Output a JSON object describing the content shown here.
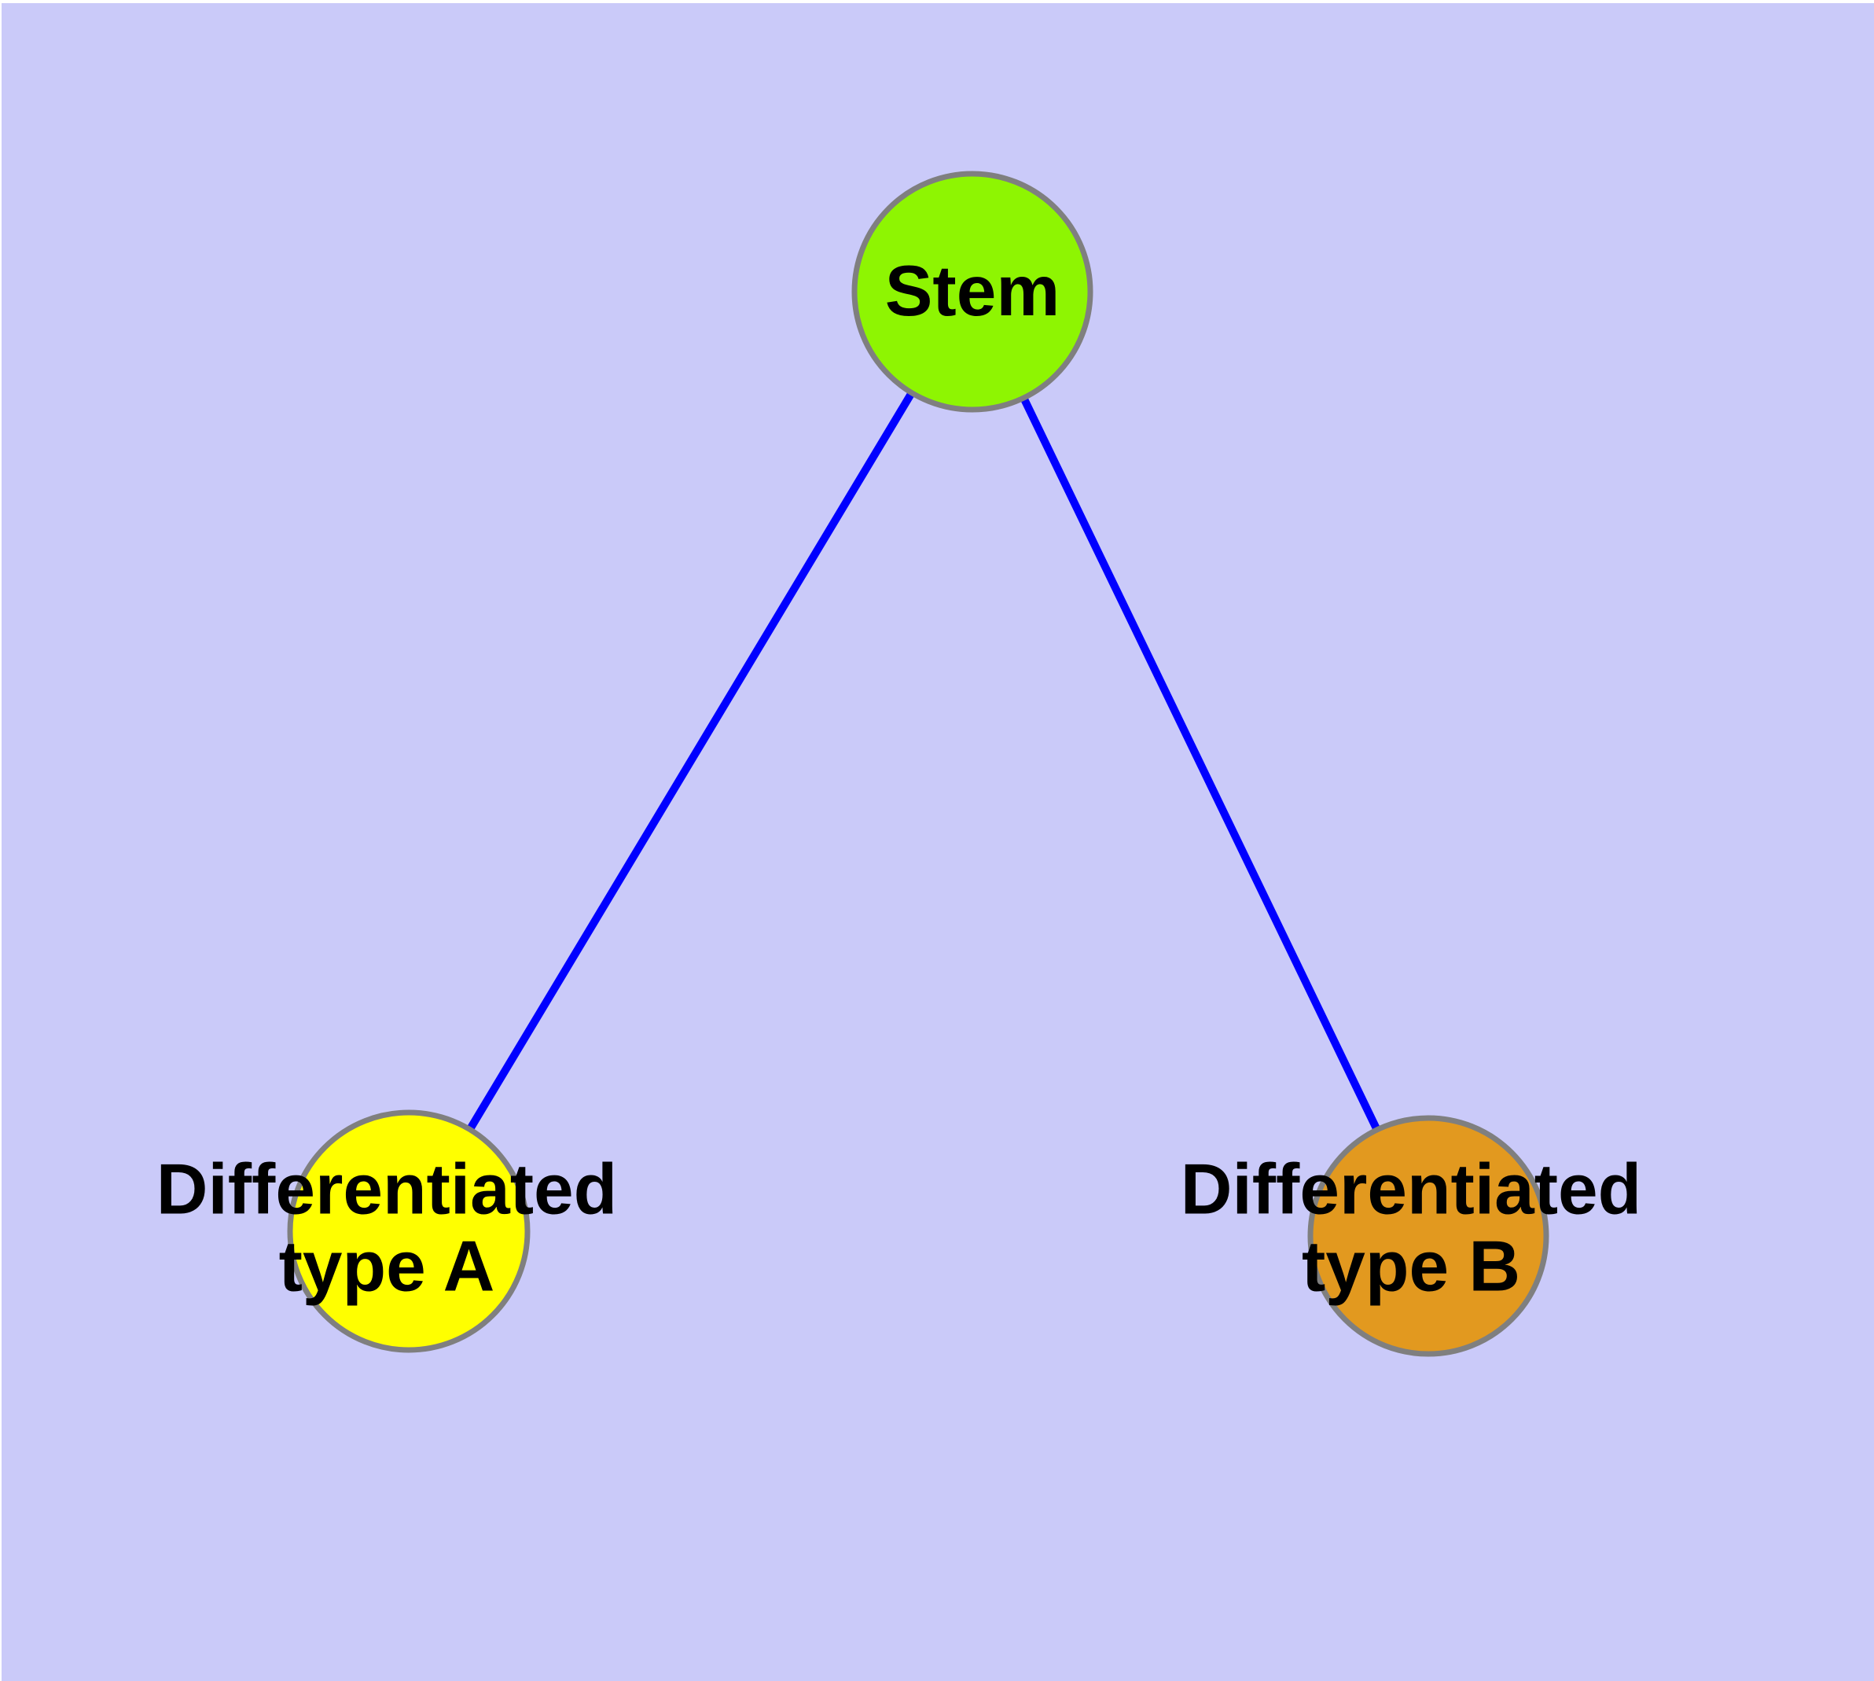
{
  "canvas": {
    "background_color": "#cacaf9",
    "frame_color": "#ffffff"
  },
  "nodes": [
    {
      "id": "stem",
      "label": "Stem",
      "fill": "#8ef502",
      "border_color": "#7f7f7f",
      "text_color": "#000000"
    },
    {
      "id": "type-a",
      "label": "Differentiated type A",
      "lines": [
        "Differentiated",
        "type A"
      ],
      "fill": "#ffff00",
      "border_color": "#7f7f7f",
      "text_color": "#000000"
    },
    {
      "id": "type-b",
      "label": "Differentiated type B",
      "lines": [
        "Differentiated",
        "type B"
      ],
      "fill": "#e2991f",
      "border_color": "#7f7f7f",
      "text_color": "#000000"
    }
  ],
  "edges": [
    {
      "from": "stem",
      "to": "type-a",
      "color": "#0000ff"
    },
    {
      "from": "stem",
      "to": "type-b",
      "color": "#0000ff"
    }
  ]
}
